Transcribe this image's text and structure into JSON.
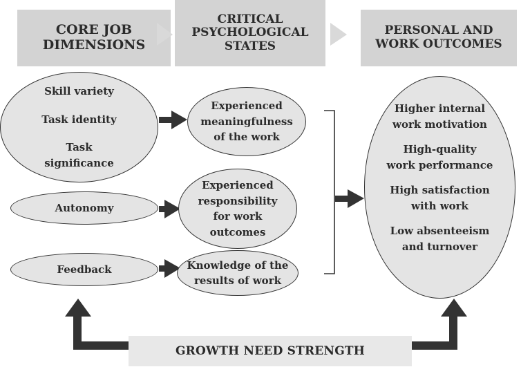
{
  "headers": {
    "core": "CORE JOB\nDIMENSIONS",
    "critical": "CRITICAL\nPSYCHOLOGICAL\nSTATES",
    "outcomes": "PERSONAL AND\nWORK OUTCOMES"
  },
  "dimensions": {
    "group": [
      "Skill variety",
      "Task identity",
      "Task\nsignificance"
    ],
    "autonomy": "Autonomy",
    "feedback": "Feedback"
  },
  "states": {
    "meaningfulness": "Experienced\nmeaningfulness\nof the work",
    "responsibility": "Experienced\nresponsibility\nfor work\noutcomes",
    "knowledge": "Knowledge of the\nresults of work"
  },
  "outcomes": [
    "Higher internal\nwork motivation",
    "High-quality\nwork performance",
    "High satisfaction\nwith work",
    "Low absenteeism\nand turnover"
  ],
  "moderator": "GROWTH NEED STRENGTH",
  "colors": {
    "header_fill": "#d3d3d3",
    "ellipse_fill": "#e4e4e4",
    "arrow": "#333333",
    "chevron": "#d9d9d9"
  }
}
